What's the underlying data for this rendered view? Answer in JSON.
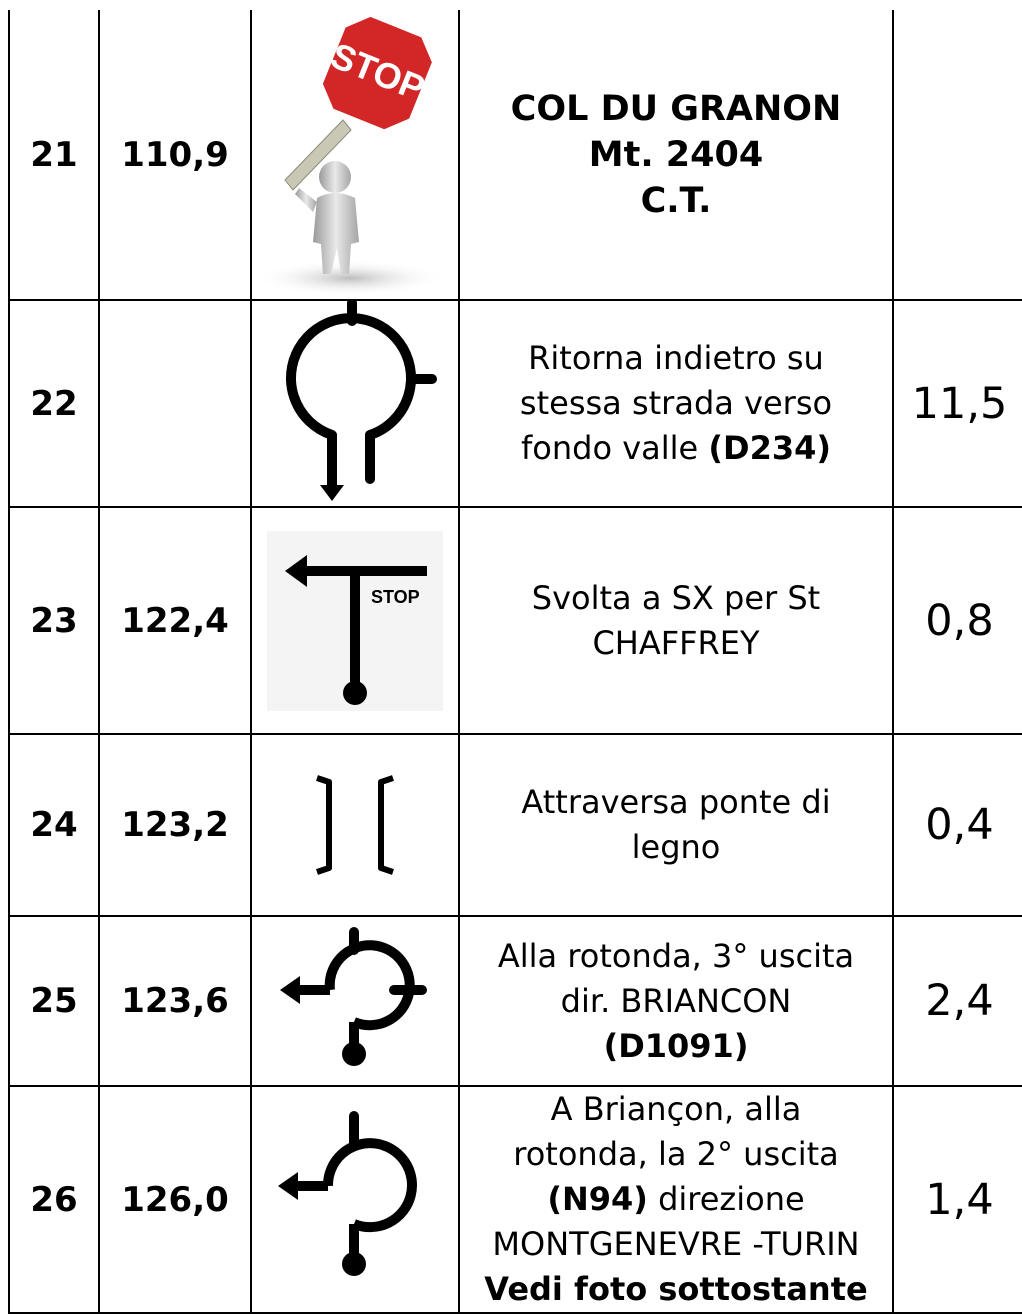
{
  "rows": [
    {
      "num": "21",
      "km": "110,9",
      "icon": "stop-sign-person-icon",
      "icon_text": "STOP",
      "lines": [
        "COL DU GRANON",
        "Mt. 2404",
        "C.T."
      ],
      "dist": ""
    },
    {
      "num": "22",
      "km": "",
      "icon": "u-turn-roundabout-icon",
      "desc": {
        "line1": "Ritorna indietro su",
        "line2": "stessa strada verso",
        "line3_text": "fondo valle ",
        "line3_bold": "(D234)"
      },
      "dist": "11,5"
    },
    {
      "num": "23",
      "km": "122,4",
      "icon": "left-turn-stop-icon",
      "icon_text": "STOP",
      "lines": [
        "Svolta a SX per St",
        "CHAFFREY"
      ],
      "dist": "0,8"
    },
    {
      "num": "24",
      "km": "123,2",
      "icon": "bridge-icon",
      "lines": [
        "Attraversa ponte di",
        "legno"
      ],
      "dist": "0,4"
    },
    {
      "num": "25",
      "km": "123,6",
      "icon": "roundabout-third-exit-icon",
      "desc": {
        "line1": "Alla rotonda, 3° uscita",
        "line2": "dir. BRIANCON",
        "line3_bold": "(D1091)"
      },
      "dist": "2,4"
    },
    {
      "num": "26",
      "km": "126,0",
      "icon": "roundabout-second-exit-icon",
      "desc": {
        "line1": "A Briançon, alla",
        "line2": "rotonda, la 2° uscita",
        "line3_bold": "(N94)",
        "line3_text": " direzione",
        "line4": "MONTGENEVRE -TURIN",
        "line5_bold": "Vedi foto sottostante"
      },
      "dist": "1,4"
    }
  ]
}
